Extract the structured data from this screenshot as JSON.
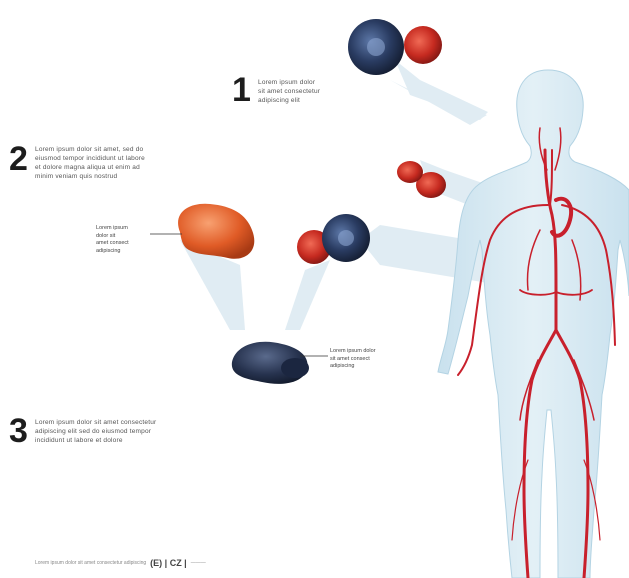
{
  "steps": [
    {
      "number": "1",
      "text": "Lorem ipsum dolor\nsit amet consectetur\nadipiscing elit"
    },
    {
      "number": "2",
      "text": "Lorem ipsum dolor sit amet, sed do\neiusmod tempor incididunt ut labore\net dolore magna aliqua ut enim ad\nminim veniam quis nostrud"
    },
    {
      "number": "3",
      "text": "Lorem ipsum dolor sit amet consectetur\nadipiscing elit sed do eiusmod tempor\nincididunt ut labore et dolore"
    }
  ],
  "labels": {
    "orange_cell": "Lorem ipsum\ndolor sit\namet consect\nadipiscing",
    "dark_cell": "Lorem ipsum dolor\nsit amet consect\nadipiscing"
  },
  "footer": {
    "left": "Lorem ipsum dolor sit amet consectetur adipiscing",
    "logo": "(E) | CZ |",
    "right": "———"
  },
  "colors": {
    "body": "#d6e9f2",
    "body_outline": "#b3d3e3",
    "artery": "#c8202c",
    "navy_cell": "#1f2e4c",
    "red_cell": "#c62a20",
    "orange_cell": "#e05b26",
    "beam": "#cfe2ed"
  }
}
